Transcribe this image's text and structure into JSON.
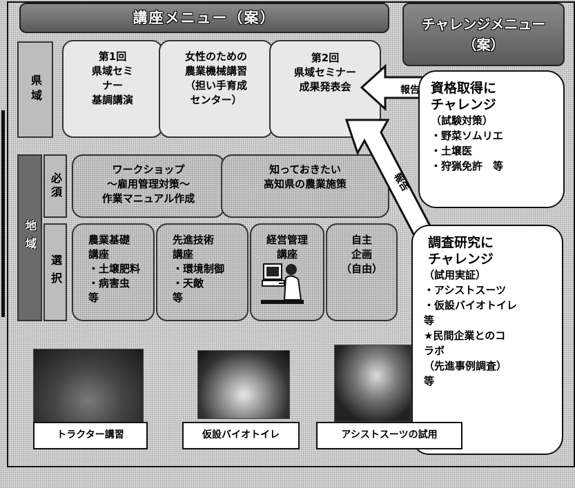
{
  "header": {
    "menu_title": "講座メニュー（案）",
    "challenge_title_line1": "チャレンジメニュー",
    "challenge_title_line2": "（案）"
  },
  "row_labels": {
    "prefecture": "県域",
    "regional": "地域",
    "required": "必須",
    "elective": "選択"
  },
  "prefecture_courses": [
    "第1回\n県域セミ\nナー\n基調講演",
    "女性のための\n農業機械講習\n（担い手育成\nセンター）",
    "第2回\n県域セミナー\n成果発表会"
  ],
  "required_courses": [
    "ワークショップ\n～雇用管理対策～\n作業マニュアル作成",
    "知っておきたい\n高知県の農業施策"
  ],
  "elective_courses": [
    "農業基礎\n講座\n・土壌肥料\n・病害虫\n等",
    "先進技術\n講座\n・環境制御\n・天敵\n等",
    "経営管理\n講座",
    "自主\n企画\n（自由）"
  ],
  "challenges": {
    "qualification_title": "資格取得に\nチャレンジ",
    "qualification_body": "（試験対策）\n・野菜ソムリエ\n・土壌医\n・狩猟免許　等",
    "research_title": "調査研究に\nチャレンジ",
    "research_body": "（試用実証）\n・アシストスーツ\n・仮設バイオトイレ\n等\n★民間企業とのコ\nラボ\n（先進事例調査）\n等"
  },
  "arrows": {
    "report_1": "報告",
    "report_2": "報告"
  },
  "photos": {
    "tractor_caption": "トラクター講習",
    "toilet_caption": "仮設バイオトイレ",
    "assist_caption": "アシストスーツの試用"
  }
}
